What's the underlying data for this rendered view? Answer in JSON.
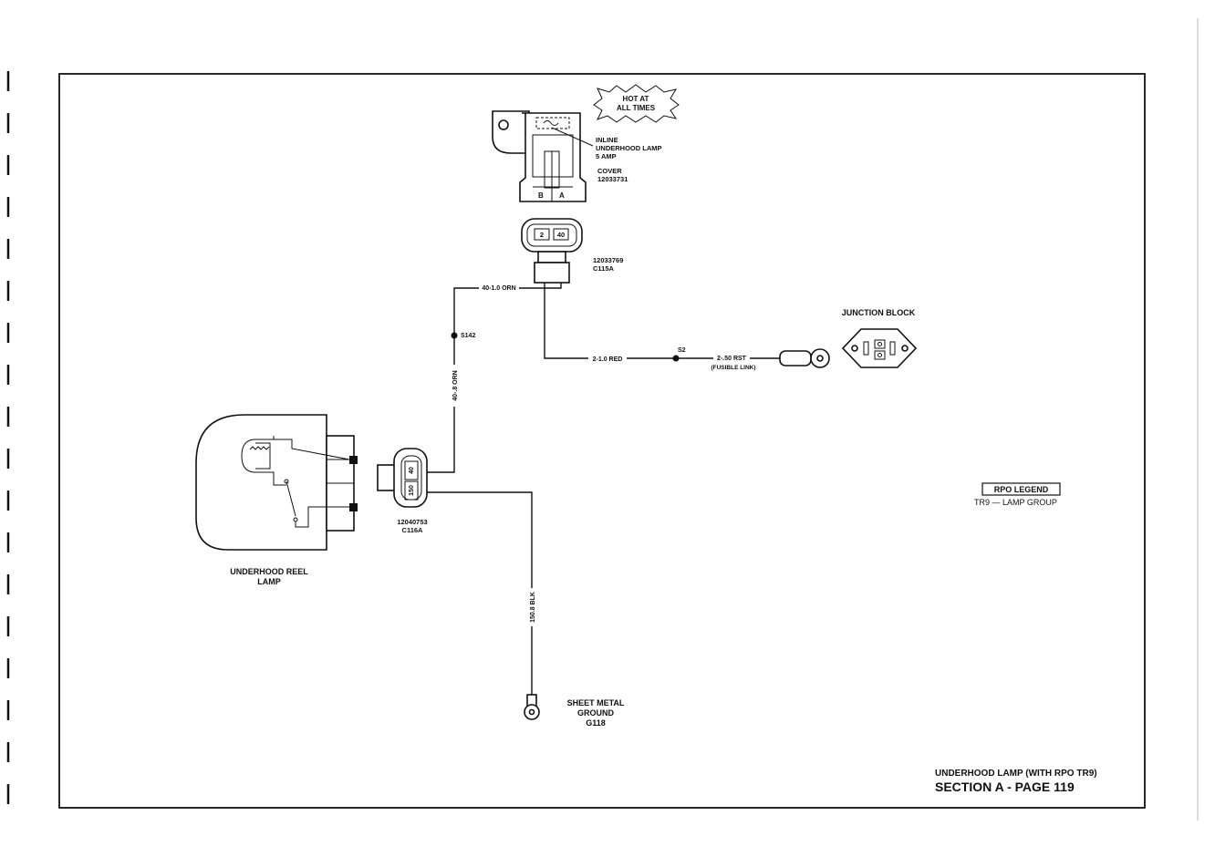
{
  "hot_at_all_times": [
    "HOT AT",
    "ALL TIMES"
  ],
  "fuse": {
    "label_lines": [
      "INLINE",
      "UNDERHOOD LAMP",
      "5 AMP"
    ],
    "cover_lines": [
      "COVER",
      "12033731"
    ],
    "terminal_b": "B",
    "terminal_a": "A"
  },
  "connector_c115a": {
    "pins": [
      "2",
      "40"
    ],
    "part_lines": [
      "12033769",
      "C115A"
    ]
  },
  "wires": {
    "w40_top": "40-1.0 ORN",
    "w40_vertical": "40-.8 ORN",
    "w2_red": "2-1.0 RED",
    "w2_rst": "2-.50 RST",
    "fusible_link": "(FUSIBLE LINK)",
    "w150_blk": "150.8 BLK"
  },
  "splices": {
    "s142": "S142",
    "s2": "S2"
  },
  "junction_block": {
    "title": "JUNCTION BLOCK"
  },
  "lamp": {
    "title_lines": [
      "UNDERHOOD REEL",
      "LAMP"
    ]
  },
  "connector_c116a": {
    "pins": [
      "40",
      "150"
    ],
    "part_lines": [
      "12040753",
      "C116A"
    ]
  },
  "ground": {
    "label_lines": [
      "SHEET METAL",
      "GROUND",
      "G118"
    ]
  },
  "rpo_legend": {
    "title": "RPO LEGEND",
    "entry": "TR9 — LAMP GROUP"
  },
  "footer": {
    "subtitle": "UNDERHOOD LAMP (WITH RPO TR9)",
    "page": "SECTION A - PAGE 119"
  }
}
